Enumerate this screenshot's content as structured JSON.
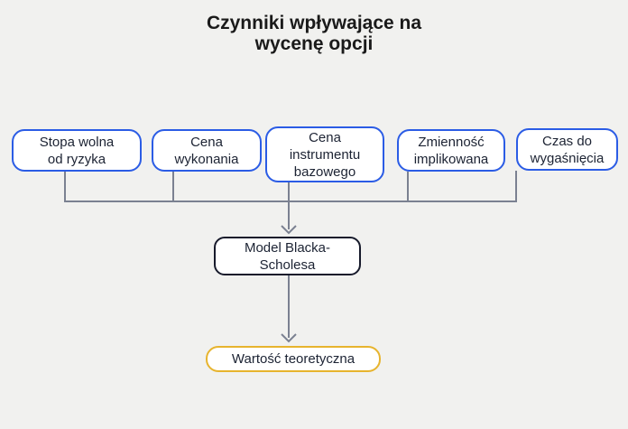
{
  "diagram": {
    "title": "Czynniki wpływające na wycenę opcji",
    "factors": [
      {
        "label": "Stopa wolna od ryzyka"
      },
      {
        "label": "Cena wykonania"
      },
      {
        "label": "Cena instrumentu bazowego"
      },
      {
        "label": "Zmienność implikowana"
      },
      {
        "label": "Czas do wygaśnięcia"
      }
    ],
    "model": {
      "label": "Model Blacka-Scholesa"
    },
    "result": {
      "label": "Wartość teoretyczna"
    },
    "colors": {
      "background": "#f1f1ef",
      "factor_border": "#2b5ce5",
      "model_border": "#171a2b",
      "result_border": "#e7b42e",
      "connector": "#7b8191",
      "text": "#1c2333"
    }
  }
}
